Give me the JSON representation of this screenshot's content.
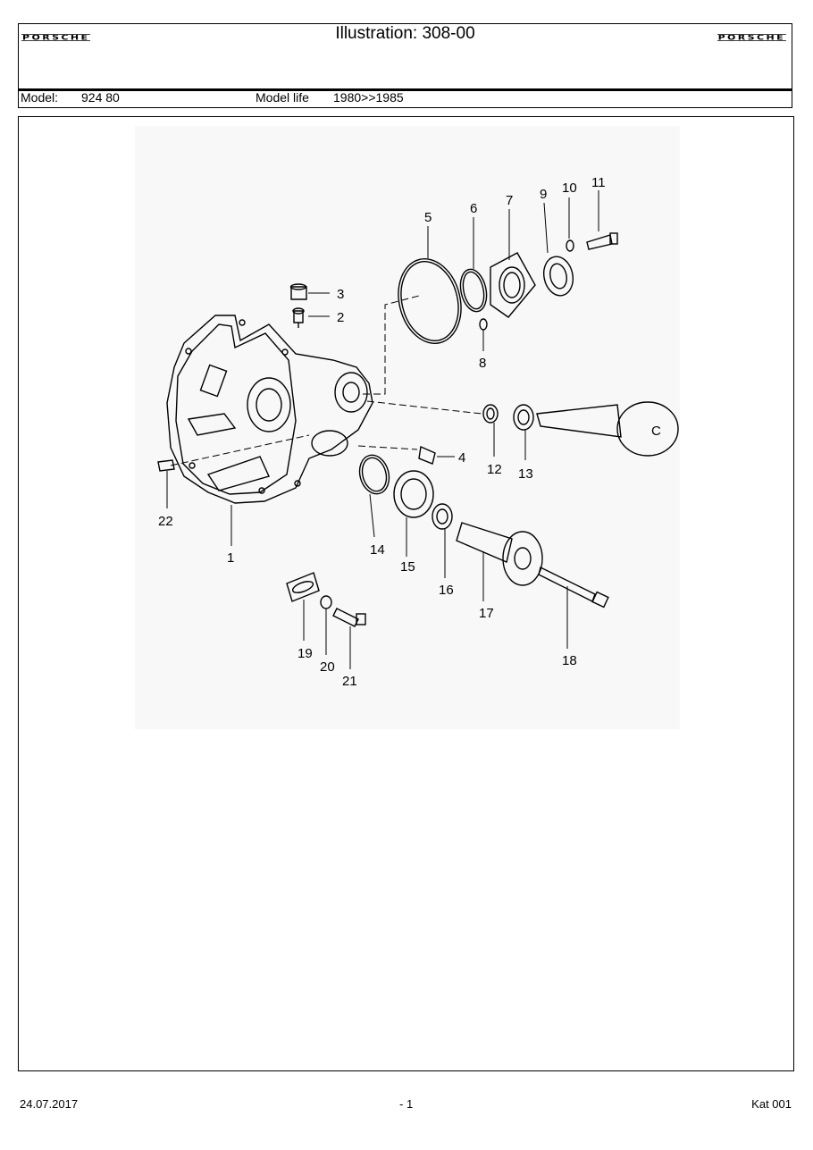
{
  "header": {
    "logo_text": "PORSCHE",
    "title": "Illustration: 308-00",
    "model_label": "Model:",
    "model_value": "924 80",
    "model_life_label": "Model life",
    "model_life_value": "1980>>1985"
  },
  "diagram": {
    "callouts": [
      "1",
      "2",
      "3",
      "4",
      "5",
      "6",
      "7",
      "8",
      "9",
      "10",
      "11",
      "12",
      "13",
      "14",
      "15",
      "16",
      "17",
      "18",
      "19",
      "20",
      "21",
      "22"
    ],
    "part_marking": "C"
  },
  "footer": {
    "date": "24.07.2017",
    "page": "- 1",
    "catalog": "Kat 001"
  }
}
